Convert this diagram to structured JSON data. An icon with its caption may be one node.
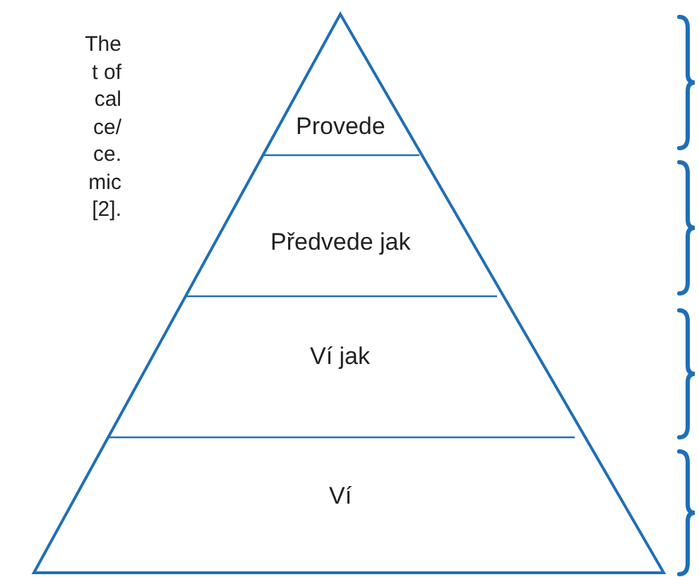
{
  "diagram": {
    "nodes": [
      {
        "text": [
          "Provede"
        ]
      },
      {
        "text": [
          "Předvede jak"
        ]
      },
      {
        "text": [
          "Ví jak"
        ]
      },
      {
        "text": [
          "Ví"
        ]
      }
    ],
    "labels": [
      "The t of cal ce/ ce. mic [2]."
    ]
  }
}
